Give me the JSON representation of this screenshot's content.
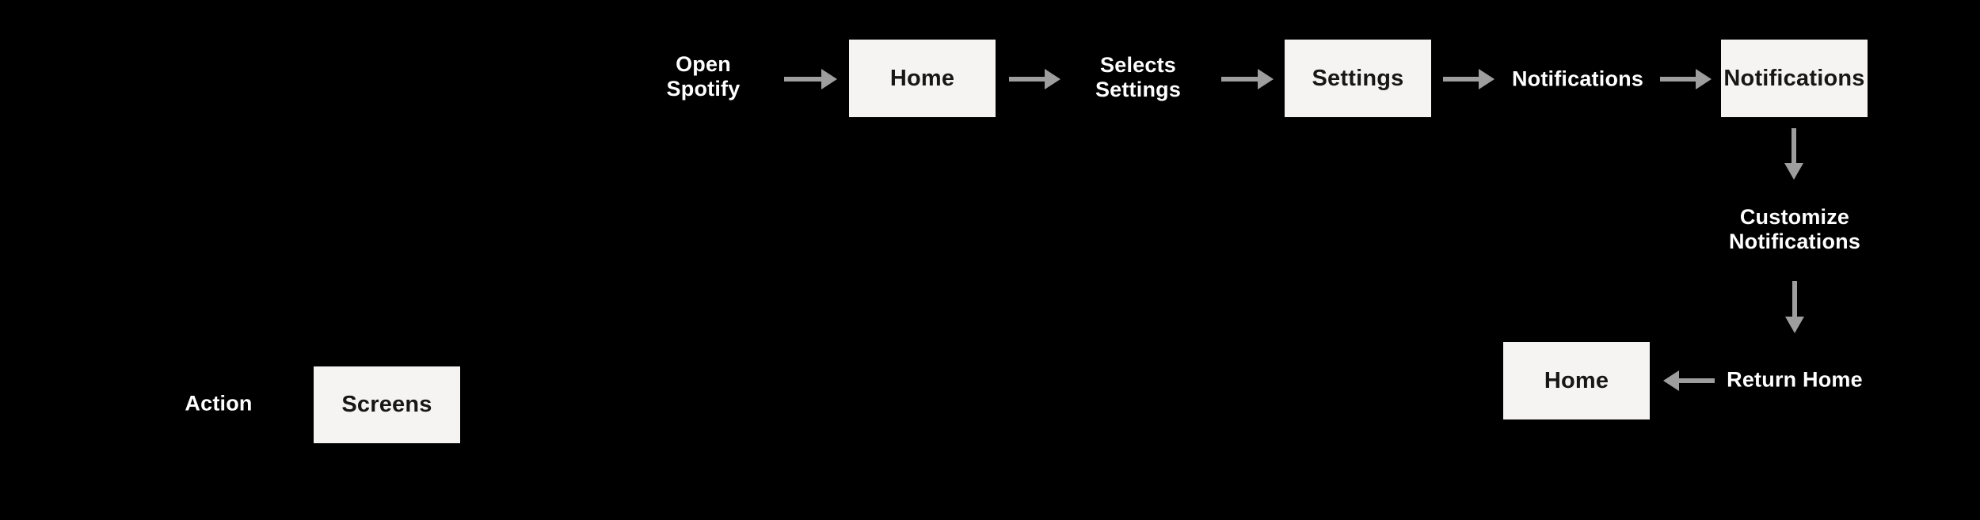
{
  "diagram": {
    "flow": {
      "steps": [
        {
          "type": "action",
          "label": "Open\nSpotify"
        },
        {
          "type": "screen",
          "label": "Home"
        },
        {
          "type": "action",
          "label": "Selects\nSettings"
        },
        {
          "type": "screen",
          "label": "Settings"
        },
        {
          "type": "action",
          "label": "Notifications"
        },
        {
          "type": "screen",
          "label": "Notifications"
        },
        {
          "type": "action",
          "label": "Customize\nNotifications"
        },
        {
          "type": "action",
          "label": "Return Home"
        },
        {
          "type": "screen",
          "label": "Home"
        }
      ]
    },
    "legend": {
      "action": "Action",
      "screens": "Screens"
    }
  },
  "colors": {
    "background": "#000000",
    "screen_fill": "#f5f4f2",
    "screen_text": "#171717",
    "action_text": "#ffffff",
    "arrow": "#9e9e9e"
  }
}
